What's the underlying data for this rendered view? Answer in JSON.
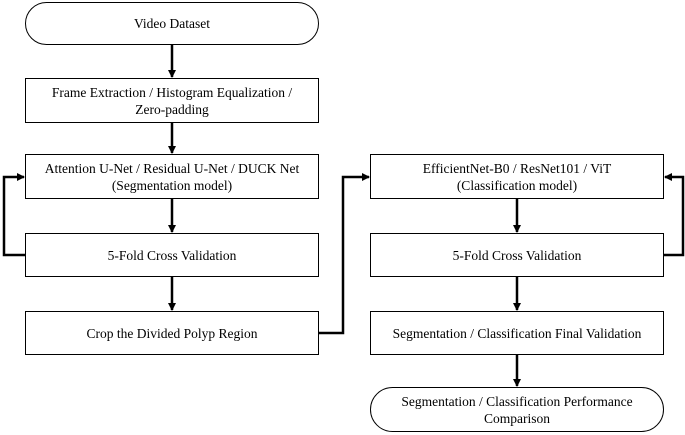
{
  "left_column": {
    "video_dataset": "Video Dataset",
    "preprocessing": {
      "line1": "Frame Extraction / Histogram Equalization /",
      "line2": "Zero-padding"
    },
    "segmentation_model": {
      "line1": "Attention U-Net / Residual U-Net / DUCK Net",
      "line2": "(Segmentation model)"
    },
    "cross_validation": "5-Fold Cross Validation",
    "crop": "Crop the Divided Polyp Region"
  },
  "right_column": {
    "classification_model": {
      "line1": "EfficientNet-B0  / ResNet101 / ViT",
      "line2": "(Classification model)"
    },
    "cross_validation": "5-Fold Cross Validation",
    "final_validation": "Segmentation / Classification Final Validation",
    "comparison": {
      "line1": "Segmentation / Classification Performance",
      "line2": "Comparison"
    }
  }
}
